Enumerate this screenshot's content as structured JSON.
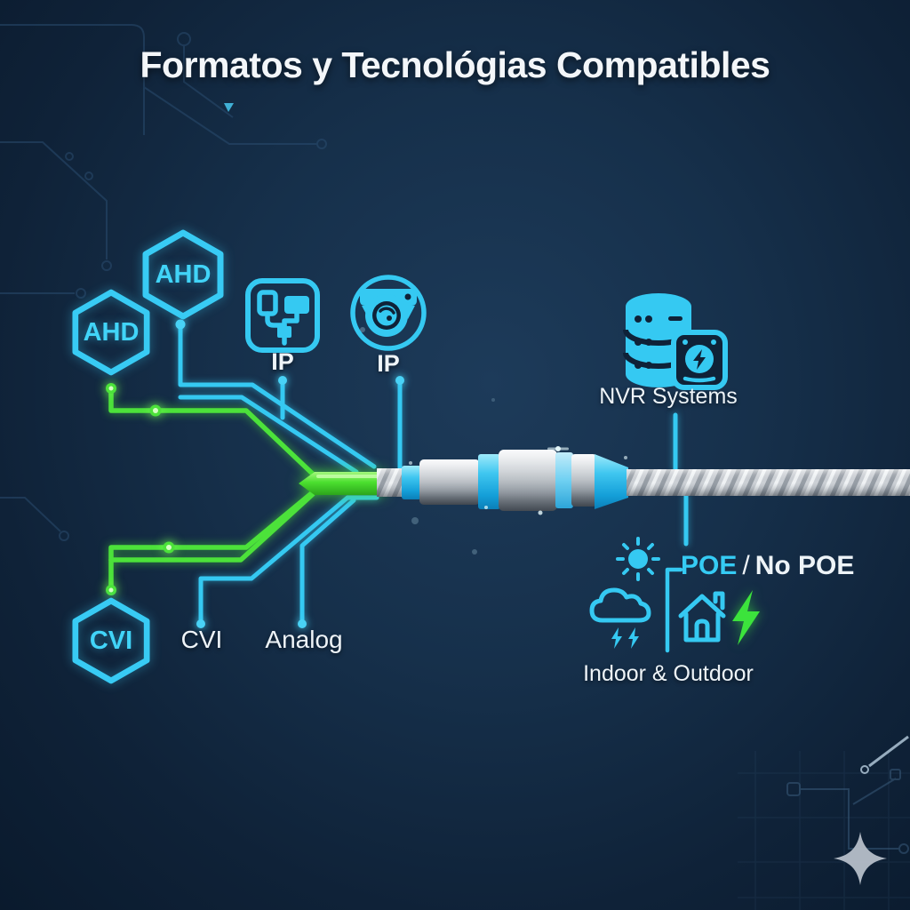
{
  "title": "Formatos y Tecnológias Compatibles",
  "hexagons": [
    {
      "label": "AHD"
    },
    {
      "label": "AHD"
    },
    {
      "label": "CVI"
    }
  ],
  "labels": {
    "ip_adapter": "IP",
    "ip_camera": "IP",
    "cvi": "CVI",
    "analog": "Analog",
    "nvr": "NVR Systems",
    "poe": "POE",
    "poe_separator": "/",
    "no_poe": "No POE",
    "indoor_outdoor": "Indoor & Outdoor"
  },
  "icons": {
    "ip_adapter": "network-adapter-icon",
    "ip_camera": "ip-camera-icon",
    "nvr": "nvr-server-stack-icon",
    "sun": "sun-icon",
    "storm_cloud": "storm-cloud-icon",
    "house": "house-icon",
    "power_bolt": "lightning-bolt-icon",
    "sparkle": "sparkle-icon"
  },
  "colors": {
    "background": "#0F2238",
    "accent_cyan": "#2EC8F0",
    "accent_green": "#4BE236",
    "silver": "#CFD3D7",
    "text": "#F2F6FA"
  }
}
